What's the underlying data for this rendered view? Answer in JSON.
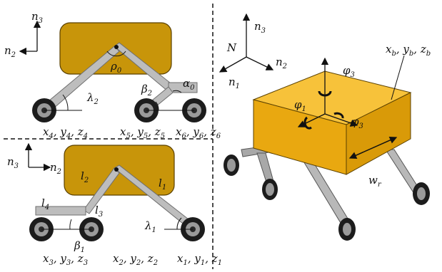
{
  "labels": {
    "n3_tl": "n⃗",
    "n2_tl": "n⃗",
    "rho0": "ρ",
    "lambda2": "λ",
    "beta2": "β",
    "alpha0": "α",
    "wheel4": "x₄, y₄, z₄",
    "wheel5": "x₅, y₅, z₅",
    "wheel6": "x₆, y₆, z₆",
    "l2": "l₂",
    "l1": "l₁",
    "l4": "l₄",
    "l3": "l₃",
    "lambda1": "λ₁",
    "beta1": "β₁",
    "wheel3": "x₃, y₃, z₃",
    "wheel2": "x₂, y₂, z₂",
    "wheel1": "x₁, y₁, z₁",
    "N": "N",
    "phi3_top": "φ₃",
    "phi1": "φ₁",
    "phi3_side": "φ₃",
    "body_coords": "x_b, y_b, z_b",
    "wr": "w_r"
  },
  "colors": {
    "body": "#c8950a",
    "body_3d": "#f2b21a",
    "leg": "#bdbdbd",
    "wheel": "#1c1c1c"
  },
  "icons": {
    "rotation_arrows": "curved-rotation-arrow-icon"
  }
}
